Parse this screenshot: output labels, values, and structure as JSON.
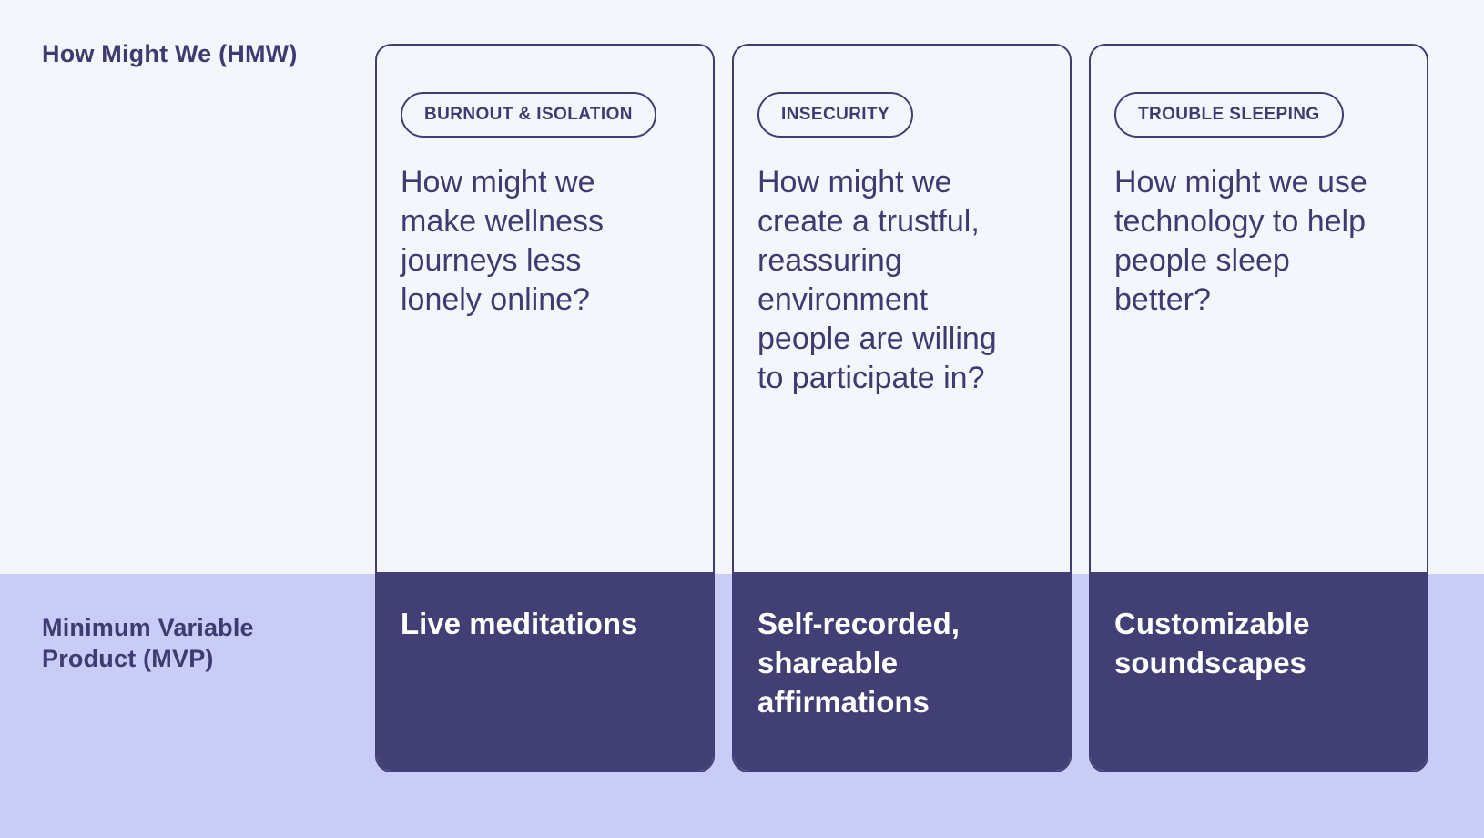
{
  "palette": {
    "background_light": "#f5f6fc",
    "band_lavender": "#c9ccf6",
    "indigo_dark": "#413e74",
    "text_dark": "#3e3b70",
    "text_on_dark": "#ffffff"
  },
  "labels": {
    "hmw": "How Might We (HMW)",
    "mvp": "Minimum Variable\nProduct (MVP)"
  },
  "cards": [
    {
      "tag": "BURNOUT & ISOLATION",
      "question": "How might we\nmake wellness\njourneys less\nlonely online?",
      "mvp": "Live meditations"
    },
    {
      "tag": "INSECURITY",
      "question": "How might we\ncreate a trustful,\nreassuring\nenvironment\npeople are willing\nto participate in?",
      "mvp": "Self-recorded,\nshareable\naffirmations"
    },
    {
      "tag": "TROUBLE SLEEPING",
      "question": "How might we use\ntechnology to help\npeople sleep\nbetter?",
      "mvp": "Customizable\nsoundscapes"
    }
  ]
}
